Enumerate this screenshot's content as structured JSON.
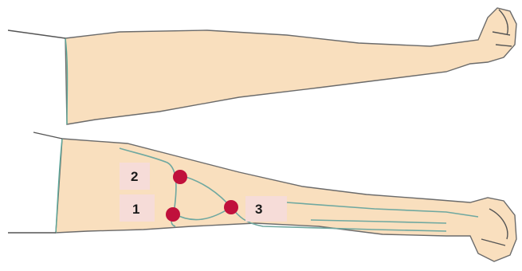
{
  "labels": {
    "site_1": "1",
    "site_2": "2",
    "site_3": "3"
  },
  "colors": {
    "skin": "#f9dfbe",
    "marker": "#c0103c",
    "vein": "#6fa8a0",
    "label_bg": "#f6dcd8"
  }
}
